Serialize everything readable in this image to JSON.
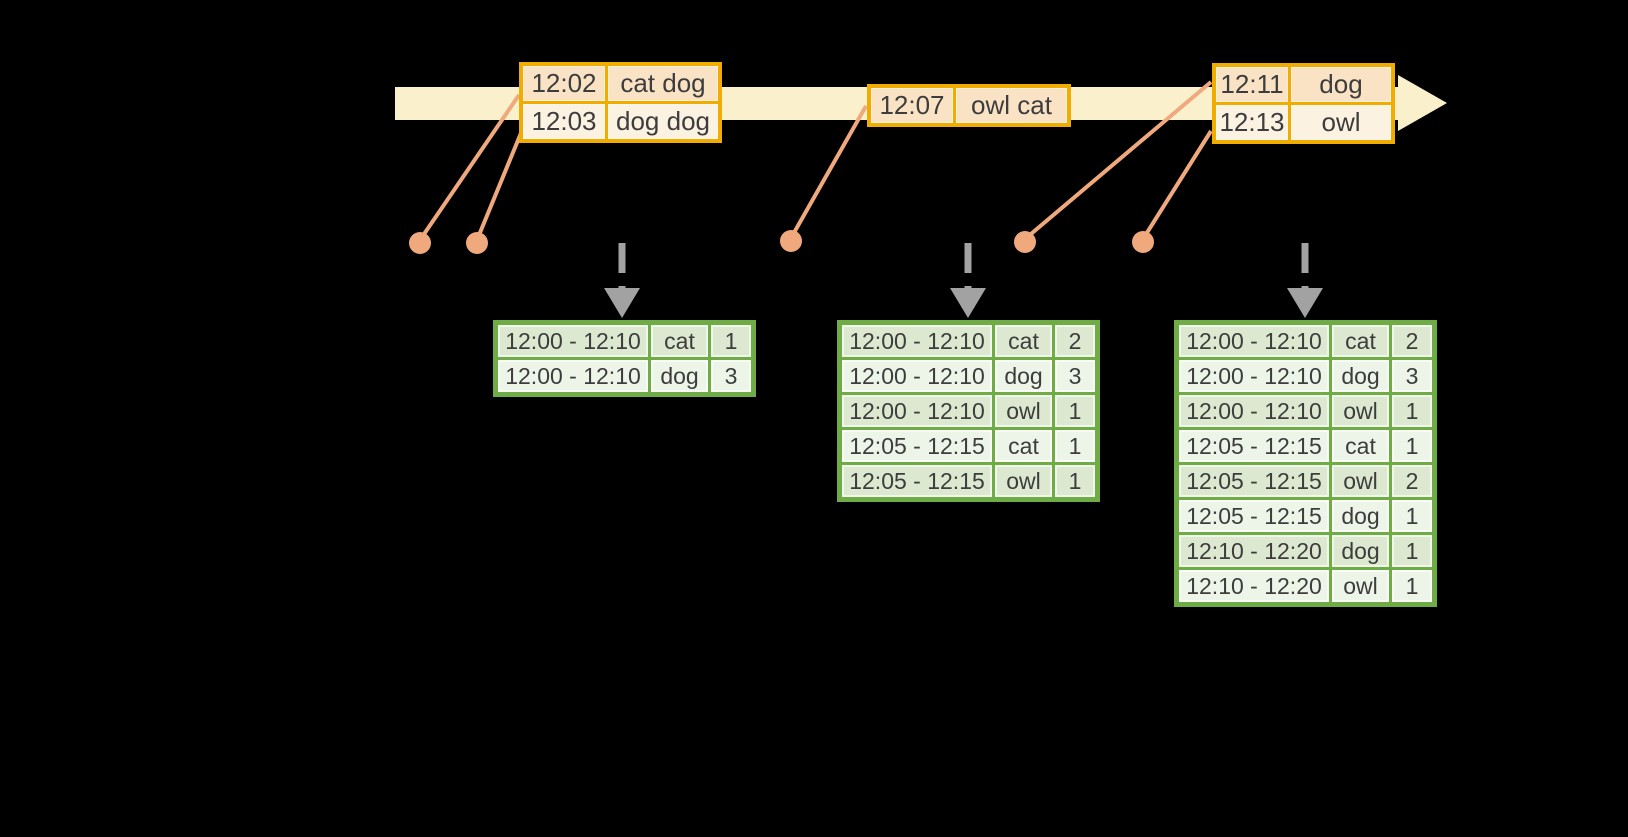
{
  "diagram": {
    "icons": {
      "timeline_arrow": "right-arrow",
      "trigger_arrow": "down-dashed-arrow",
      "event_marker": "dot"
    },
    "event_tables": [
      {
        "name": "events-batch-1",
        "rows": [
          [
            "12:02",
            "cat dog"
          ],
          [
            "12:03",
            "dog dog"
          ]
        ]
      },
      {
        "name": "events-batch-2",
        "rows": [
          [
            "12:07",
            "owl cat"
          ]
        ]
      },
      {
        "name": "events-batch-3",
        "rows": [
          [
            "12:11",
            "dog"
          ],
          [
            "12:13",
            "owl"
          ]
        ]
      }
    ],
    "result_tables": [
      {
        "name": "result-after-trigger-1",
        "rows": [
          [
            "12:00 - 12:10",
            "cat",
            "1"
          ],
          [
            "12:00 - 12:10",
            "dog",
            "3"
          ]
        ]
      },
      {
        "name": "result-after-trigger-2",
        "rows": [
          [
            "12:00 - 12:10",
            "cat",
            "2"
          ],
          [
            "12:00 - 12:10",
            "dog",
            "3"
          ],
          [
            "12:00 - 12:10",
            "owl",
            "1"
          ],
          [
            "12:05 - 12:15",
            "cat",
            "1"
          ],
          [
            "12:05 - 12:15",
            "owl",
            "1"
          ]
        ]
      },
      {
        "name": "result-after-trigger-3",
        "rows": [
          [
            "12:00 - 12:10",
            "cat",
            "2"
          ],
          [
            "12:00 - 12:10",
            "dog",
            "3"
          ],
          [
            "12:00 - 12:10",
            "owl",
            "1"
          ],
          [
            "12:05 - 12:15",
            "cat",
            "1"
          ],
          [
            "12:05 - 12:15",
            "owl",
            "2"
          ],
          [
            "12:05 - 12:15",
            "dog",
            "1"
          ],
          [
            "12:10 - 12:20",
            "dog",
            "1"
          ],
          [
            "12:10 - 12:20",
            "owl",
            "1"
          ]
        ]
      }
    ],
    "colors": {
      "background": "#000000",
      "timeline": "#FAF1CC",
      "event_border": "#F0AD00",
      "event_row_dark": "#FAE3C5",
      "event_row_light": "#FCF2E2",
      "connector": "#F0A97C",
      "trigger_arrow": "#A2A2A2",
      "result_border": "#6FAC46",
      "result_row_dark": "#DCE9D0",
      "result_row_light": "#EDF4E8",
      "text": "#3D3D3D"
    }
  }
}
